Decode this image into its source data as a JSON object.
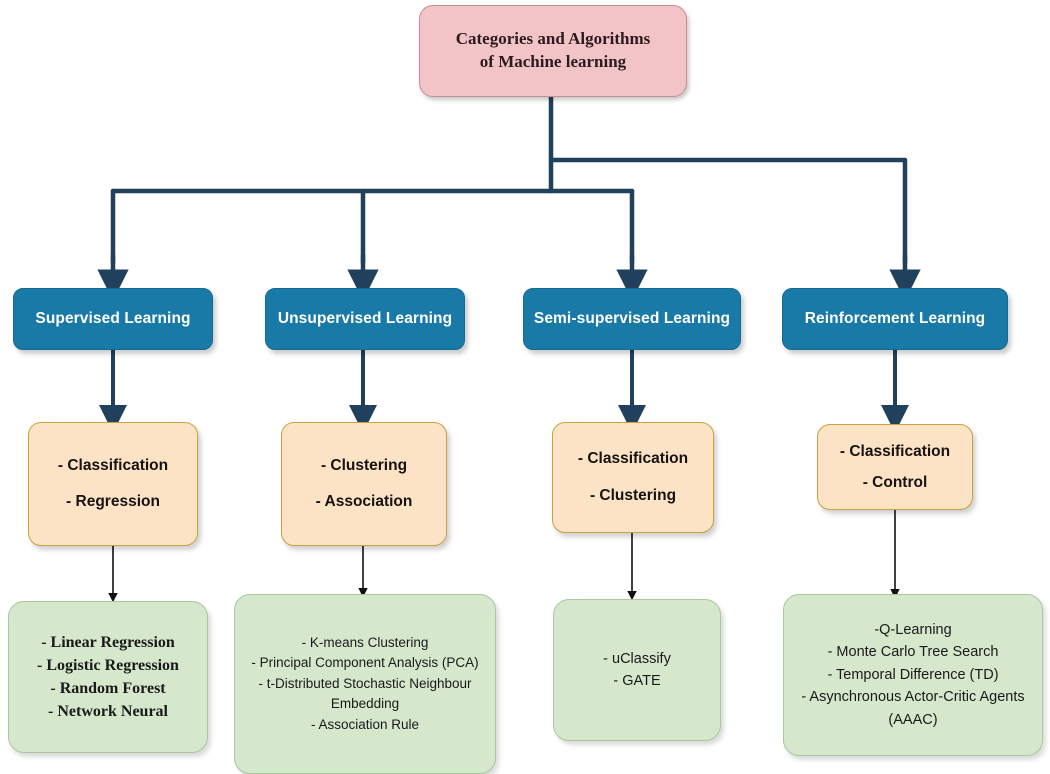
{
  "diagram": {
    "title": "Categories and Algorithms of Machine learning",
    "root": {
      "label": "Categories and Algorithms\nof Machine learning",
      "line1": "Categories and Algorithms",
      "line2": "of Machine learning",
      "color": "#f2c4c8",
      "border": "#c98e93"
    },
    "colors": {
      "root_fill": "#f2c4c8",
      "category_fill": "#1a7aa7",
      "task_fill": "#fce3c6",
      "task_border": "#c9a23d",
      "algorithm_fill": "#d5e8cc",
      "algorithm_border": "#a9c79c",
      "connector_primary": "#21405c",
      "connector_secondary": "#111111",
      "page_background": "#ffffff"
    },
    "branches": [
      {
        "category": "Supervised Learning",
        "tasks": [
          "- Classification",
          "- Regression"
        ],
        "algorithms": [
          "- Linear Regression",
          "- Logistic Regression",
          "- Random Forest",
          "- Network Neural"
        ]
      },
      {
        "category": "Unsupervised Learning",
        "tasks": [
          "- Clustering",
          "- Association"
        ],
        "algorithms": [
          "- K-means Clustering",
          "- Principal Component Analysis (PCA)",
          "- t-Distributed Stochastic Neighbour",
          "Embedding",
          "- Association Rule"
        ]
      },
      {
        "category": "Semi-supervised Learning",
        "tasks": [
          "- Classification",
          "- Clustering"
        ],
        "algorithms": [
          "- uClassify",
          "- GATE"
        ]
      },
      {
        "category": "Reinforcement Learning",
        "tasks": [
          "- Classification",
          "- Control"
        ],
        "algorithms": [
          "-Q-Learning",
          "- Monte Carlo Tree Search",
          "- Temporal Difference (TD)",
          "- Asynchronous Actor-Critic Agents",
          "(AAAC)"
        ]
      }
    ]
  }
}
